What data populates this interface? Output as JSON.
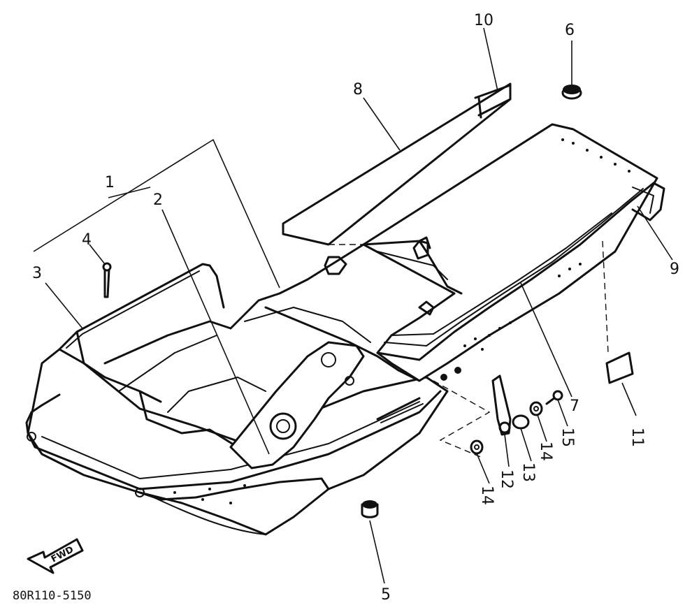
{
  "callouts": [
    "1",
    "2",
    "3",
    "4",
    "5",
    "6",
    "7",
    "8",
    "9",
    "10",
    "11",
    "12",
    "13",
    "14",
    "14",
    "15"
  ],
  "fwd_label": "FWD",
  "part_code": "80R110-5150"
}
